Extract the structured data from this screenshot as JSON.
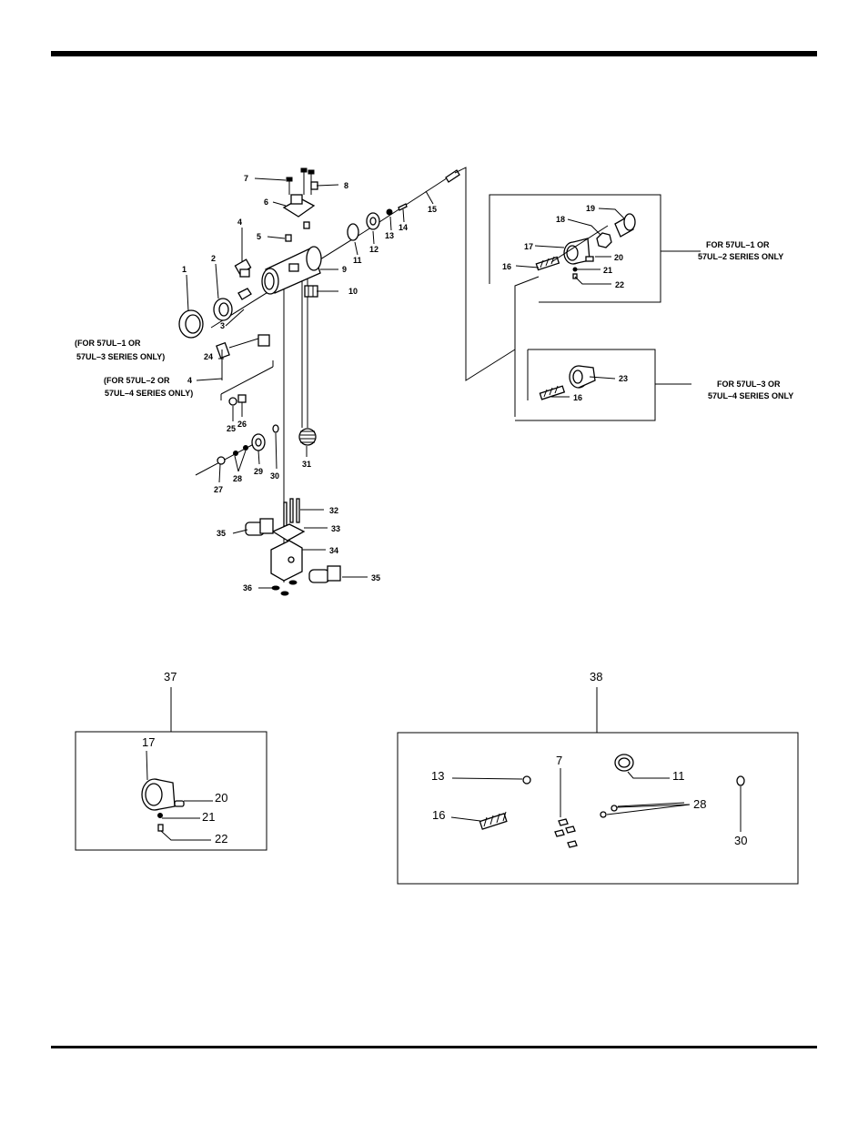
{
  "main_callouts": {
    "c1": "1",
    "c2": "2",
    "c3": "3",
    "c4a": "4",
    "c5": "5",
    "c6": "6",
    "c7": "7",
    "c8": "8",
    "c9": "9",
    "c10": "10",
    "c11": "11",
    "c12": "12",
    "c13": "13",
    "c14": "14",
    "c15": "15",
    "c24": "24",
    "c4b": "4",
    "c25": "25",
    "c26": "26",
    "c27": "27",
    "c28": "28",
    "c29": "29",
    "c30": "30",
    "c31": "31",
    "c32": "32",
    "c33": "33",
    "c34": "34",
    "c35a": "35",
    "c35b": "35",
    "c36": "36"
  },
  "box_a": {
    "c16": "16",
    "c17": "17",
    "c18": "18",
    "c19": "19",
    "c20": "20",
    "c21": "21",
    "c22": "22",
    "note_line1": "FOR 57UL–1 OR",
    "note_line2": "57UL–2 SERIES ONLY"
  },
  "box_b": {
    "c16": "16",
    "c23": "23",
    "note_line1": "FOR 57UL–3 OR",
    "note_line2": "57UL–4 SERIES ONLY"
  },
  "left_notes": {
    "note24_line1": "(FOR 57UL–1 OR",
    "note24_line2": "57UL–3 SERIES ONLY)",
    "note4_line1": "(FOR 57UL–2 OR",
    "note4_line2": "57UL–4 SERIES ONLY)"
  },
  "kit37": {
    "title": "37",
    "c17": "17",
    "c20": "20",
    "c21": "21",
    "c22": "22"
  },
  "kit38": {
    "title": "38",
    "c13": "13",
    "c7": "7",
    "c11": "11",
    "c16": "16",
    "c28": "28",
    "c30": "30"
  }
}
